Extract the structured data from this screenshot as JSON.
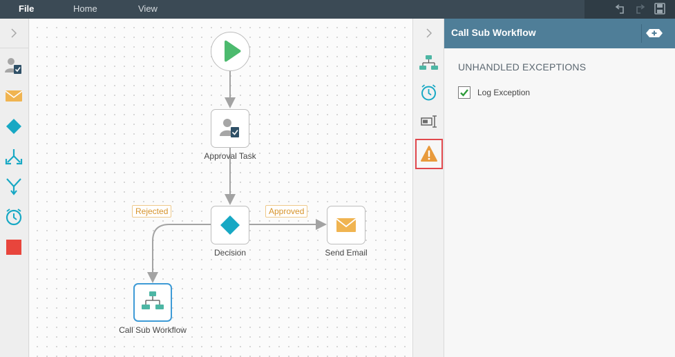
{
  "menu": {
    "file": "File",
    "home": "Home",
    "view": "View"
  },
  "toolbar": {
    "undo_icon": "undo-icon",
    "redo_icon": "redo-icon",
    "save_icon": "save-icon"
  },
  "toolbox": {
    "items": [
      {
        "icon": "user-task-icon"
      },
      {
        "icon": "email-icon"
      },
      {
        "icon": "decision-icon"
      },
      {
        "icon": "split-icon"
      },
      {
        "icon": "merge-icon"
      },
      {
        "icon": "timer-icon"
      },
      {
        "icon": "stop-icon"
      }
    ]
  },
  "canvas": {
    "nodes": {
      "start": {
        "icon": "play-icon"
      },
      "approval": {
        "label": "Approval Task"
      },
      "decision": {
        "label": "Decision"
      },
      "send_email": {
        "label": "Send Email"
      },
      "sub_workflow": {
        "label": "Call Sub Workflow"
      }
    },
    "edges": {
      "rejected": "Rejected",
      "approved": "Approved"
    }
  },
  "tabs": [
    {
      "icon": "hierarchy-icon"
    },
    {
      "icon": "timer-icon"
    },
    {
      "icon": "text-field-icon"
    },
    {
      "icon": "warning-icon",
      "active": true
    }
  ],
  "panel": {
    "title": "Call Sub Workflow",
    "section_title": "UNHANDLED EXCEPTIONS",
    "log_exception_label": "Log Exception",
    "log_exception_checked": true
  },
  "colors": {
    "topbar": "#3b4a55",
    "panel_header": "#4f7e98",
    "teal": "#17a8c4",
    "green": "#4cba6e",
    "orange": "#f0b451",
    "red": "#e8453c",
    "selected": "#3d9ad6",
    "tag": "#d6932a"
  }
}
